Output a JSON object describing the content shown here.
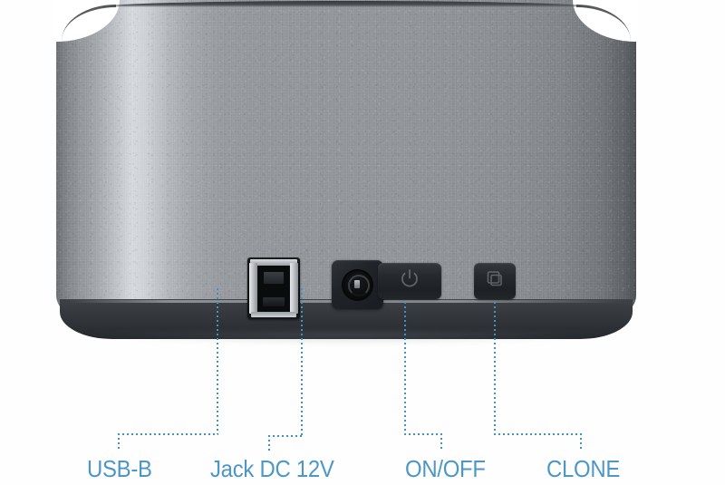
{
  "image": {
    "kind": "product-annotation-diagram",
    "subject": "hard drive docking station rear panel",
    "background_color": "#ffffff"
  },
  "device": {
    "name": "docking-station-rear-panel",
    "body_color_light": "#d6dade",
    "body_color_mid": "#93979b",
    "body_color_dark": "#4e5256",
    "base_color": "#2b2f33",
    "finish": "brushed aluminum"
  },
  "ports": [
    {
      "id": "usb-b",
      "name": "usb-b-port",
      "type": "connector",
      "shield_color": "#c3c7cb",
      "body_color": "#0d0f11"
    },
    {
      "id": "dc-jack",
      "name": "dc-power-jack",
      "type": "connector",
      "body_color": "#202428"
    },
    {
      "id": "power-button",
      "name": "power-button",
      "type": "button",
      "icon": "power-icon",
      "body_color": "#26292d"
    },
    {
      "id": "clone-button",
      "name": "clone-button",
      "type": "button",
      "icon": "clone-copy-icon",
      "body_color": "#26292d"
    }
  ],
  "callouts": {
    "line_color": "#3f93c4",
    "text_color": "#4d97c6",
    "items": [
      {
        "id": "usb-b",
        "label": "USB-B"
      },
      {
        "id": "dc-jack",
        "label": "Jack DC 12V"
      },
      {
        "id": "power-button",
        "label": "ON/OFF"
      },
      {
        "id": "clone-button",
        "label": "CLONE"
      }
    ]
  }
}
